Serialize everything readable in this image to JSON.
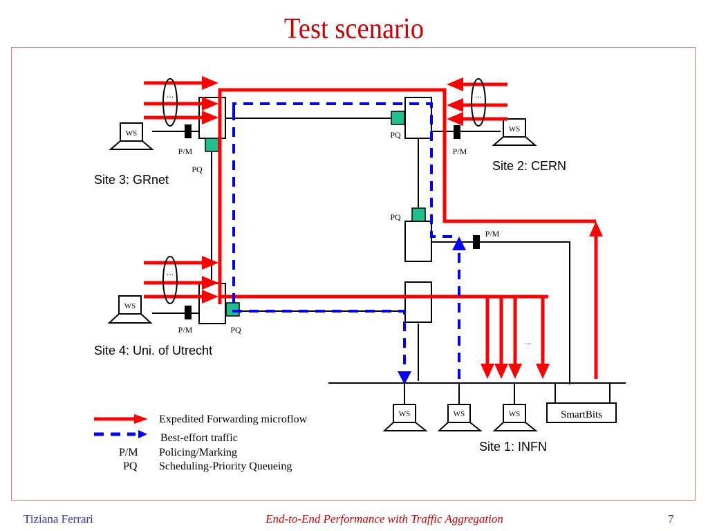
{
  "slide": {
    "title": "Test scenario",
    "footer": {
      "author": "Tiziana Ferrari",
      "talk_title": "End-to-End Performance with Traffic Aggregation",
      "page_number": "7"
    }
  },
  "colors": {
    "title": "#cc0000",
    "ef_flow": "#ff0000",
    "best_effort": "#0000ff",
    "pq_box": "#1fbf8f",
    "footer_author": "#3333aa",
    "footer_title": "#cc0000",
    "panel_border": "#d97b7b"
  },
  "diagram": {
    "sites": [
      {
        "id": "site3",
        "label": "Site 3: GRnet"
      },
      {
        "id": "site2",
        "label": "Site 2: CERN"
      },
      {
        "id": "site4",
        "label": "Site 4: Uni. of Utrecht"
      },
      {
        "id": "site1",
        "label": "Site 1: INFN"
      }
    ],
    "workstation_label": "WS",
    "smartbits_label": "SmartBits",
    "pm_label": "P/M",
    "pq_label": "PQ",
    "ellipsis": "...",
    "legend": [
      {
        "symbol": "red-solid-arrow",
        "key": "",
        "text": "Expedited Forwarding microflow"
      },
      {
        "symbol": "blue-dashed-arrow",
        "key": "",
        "text": "Best-effort traffic"
      },
      {
        "symbol": "text",
        "key": "P/M",
        "text": "Policing/Marking"
      },
      {
        "symbol": "text",
        "key": "PQ",
        "text": "Scheduling-Priority Queueing"
      }
    ]
  }
}
